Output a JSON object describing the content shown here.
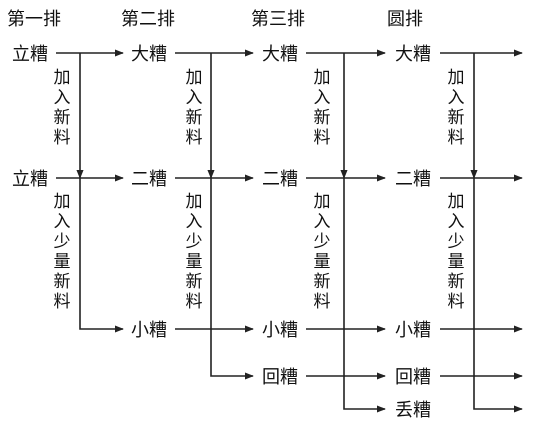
{
  "headers": {
    "round1": "第一排",
    "round2": "第二排",
    "round3": "第三排",
    "final": "圆排"
  },
  "nodes": {
    "r1_top": "立糟",
    "r1_mid": "立糟",
    "r2_top": "大糟",
    "r2_mid": "二糟",
    "r2_bot": "小糟",
    "r3_top": "大糟",
    "r3_mid": "二糟",
    "r3_bot": "小糟",
    "r3_return": "回糟",
    "r4_top": "大糟",
    "r4_mid": "二糟",
    "r4_bot": "小糟",
    "r4_return": "回糟",
    "r4_discard": "丢糟"
  },
  "notes": {
    "add_new": [
      "加",
      "入",
      "新",
      "料"
    ],
    "add_little_new": [
      "加",
      "入",
      "少",
      "量",
      "新",
      "料"
    ]
  },
  "colors": {
    "ink": "#111111",
    "lines": "#222222",
    "background": "#ffffff"
  }
}
